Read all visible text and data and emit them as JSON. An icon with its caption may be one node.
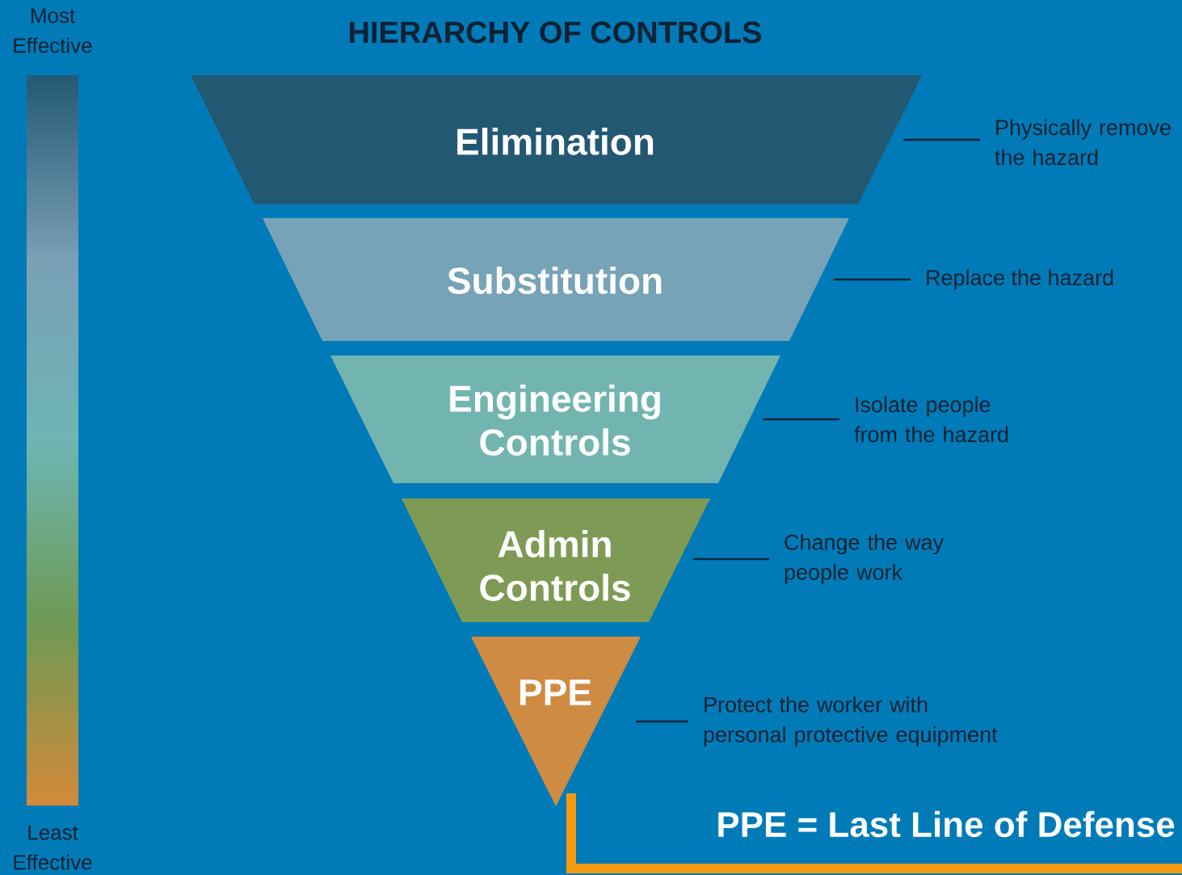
{
  "diagram": {
    "title": "HIERARCHY OF CONTROLS",
    "nodes": [
      {
        "text": [
          "Elimination"
        ]
      },
      {
        "text": [
          "Substitution"
        ]
      },
      {
        "text": [
          "Engineering Controls"
        ]
      },
      {
        "text": [
          "Admin Controls"
        ]
      },
      {
        "text": [
          "PPE"
        ]
      },
      {
        "text": [
          "Physically remove the hazard"
        ]
      },
      {
        "text": [
          "Replace the hazard"
        ]
      },
      {
        "text": [
          "Isolate people from the hazard"
        ]
      },
      {
        "text": [
          "Change the way people work"
        ]
      },
      {
        "text": [
          "Protect the worker with personal protective equipment"
        ]
      }
    ],
    "edges": [
      {
        "from": 0,
        "to": 5,
        "arrow": "none"
      },
      {
        "from": 1,
        "to": 6,
        "arrow": "none"
      },
      {
        "from": 2,
        "to": 7,
        "arrow": "none"
      },
      {
        "from": 3,
        "to": 8,
        "arrow": "none"
      },
      {
        "from": 4,
        "to": 9,
        "arrow": "none"
      }
    ],
    "labels": [
      "Most Effective",
      "Least Effective",
      "PPE = Last Line of Defense"
    ]
  }
}
